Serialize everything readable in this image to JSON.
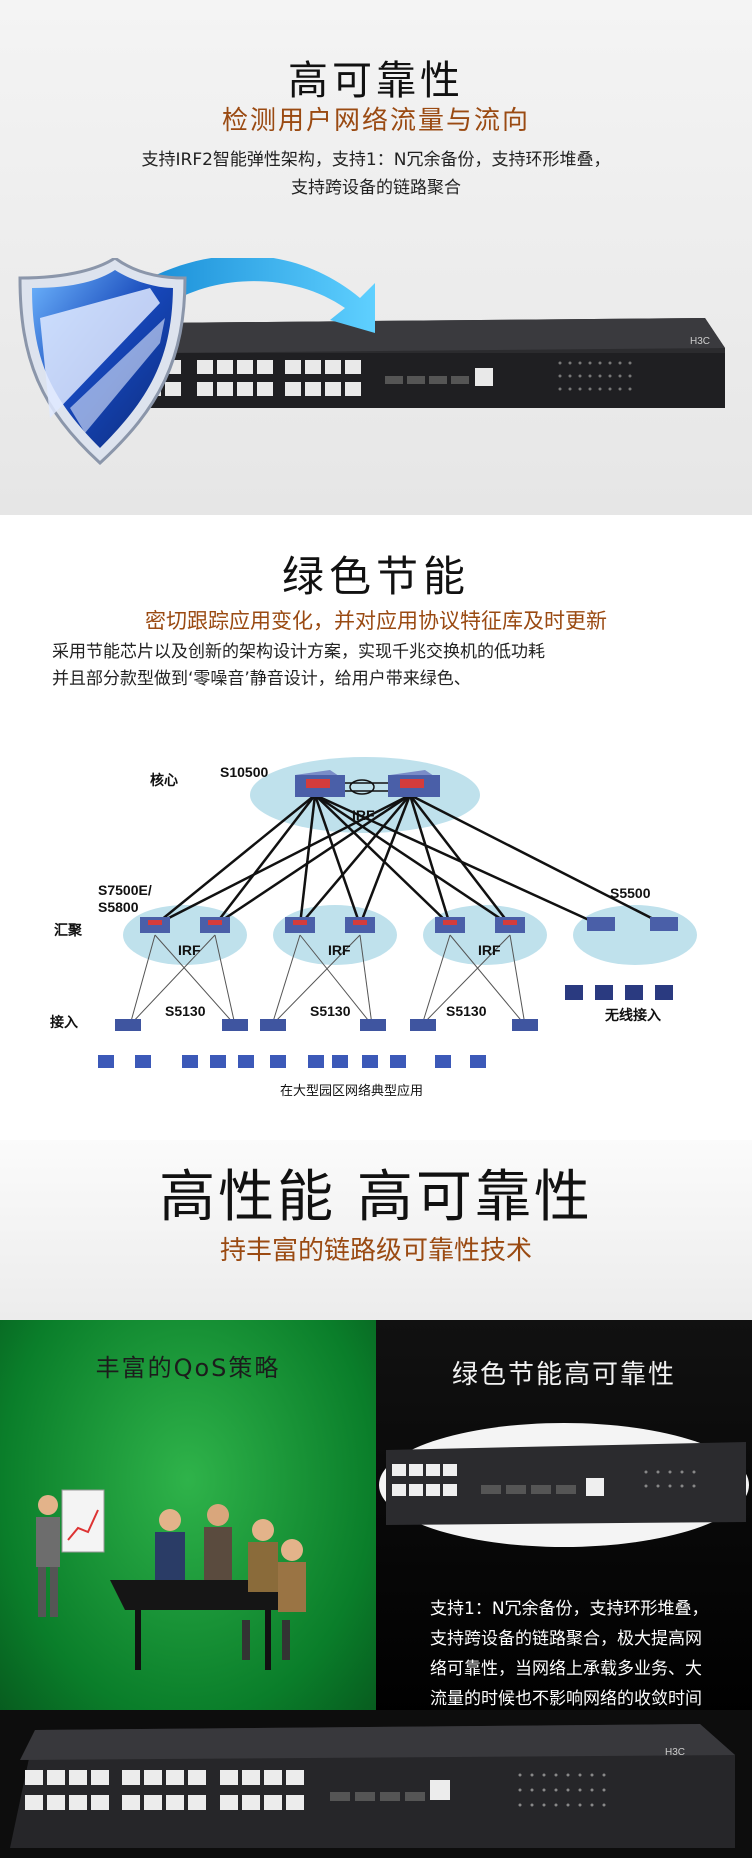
{
  "section1": {
    "title": "高可靠性",
    "subtitle": "检测用户网络流量与流向",
    "line1": "支持IRF2智能弹性架构，支持1：N冗余备份，支持环形堆叠，",
    "line2": "支持跨设备的链路聚合"
  },
  "section2": {
    "title": "绿色节能",
    "subtitle": "密切跟踪应用变化，并对应用协议特征库及时更新",
    "line1": "采用节能芯片以及创新的架构设计方案，实现千兆交换机的低功耗",
    "line2": "并且部分款型做到‘零噪音’静音设计，给用户带来绿色、"
  },
  "diagram": {
    "core_label": "核心",
    "core_model": "S10500",
    "irf": "IRF",
    "agg_label": "汇聚",
    "agg_model1": "S7500E/",
    "agg_model2": "S5800",
    "s5500": "S5500",
    "access_label": "接入",
    "s5130": "S5130",
    "wireless": "无线接入",
    "caption": "在大型园区网络典型应用"
  },
  "section3": {
    "title": "高性能 高可靠性",
    "subtitle": "持丰富的链路级可靠性技术"
  },
  "section4": {
    "left_title": "丰富的QoS策略",
    "right_title": "绿色节能高可靠性",
    "line1": "支持1：N冗余备份，支持环形堆叠，",
    "line2": "支持跨设备的链路聚合，极大提高网",
    "line3": "络可靠性，当网络上承载多业务、大",
    "line4": "流量的时候也不影响网络的收敛时间"
  },
  "brand": {
    "logo": "H3C"
  },
  "colors": {
    "accent": "#9a4a12",
    "green": "#0a7e2a",
    "diagram_ellipse": "#bfe1ec"
  }
}
